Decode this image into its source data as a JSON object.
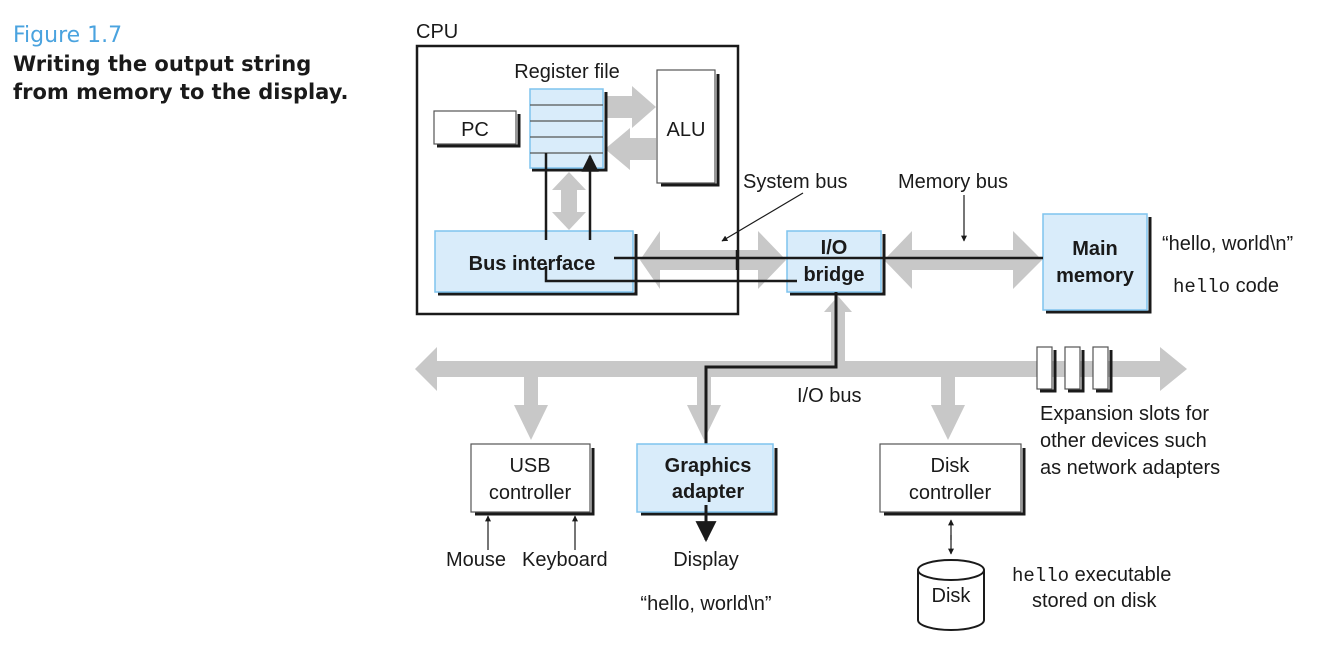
{
  "caption": {
    "figure_number": "Figure 1.7",
    "title": "Writing the output string from memory to the display."
  },
  "colors": {
    "figure_number": "#4aa3df",
    "component_fill": "#d9ecfa",
    "component_border": "#7fc3ee",
    "bus_gray": "#c8c8c8",
    "line": "#1a1a1a"
  },
  "diagram": {
    "cpu_label": "CPU",
    "register_file_label": "Register file",
    "pc_label": "PC",
    "alu_label": "ALU",
    "bus_interface_label": "Bus interface",
    "system_bus_label": "System bus",
    "memory_bus_label": "Memory bus",
    "io_bridge_label": [
      "I/O",
      "bridge"
    ],
    "main_memory_label": [
      "Main",
      "memory"
    ],
    "memory_contents": {
      "string": "“hello, world\\n”",
      "code_mono": "hello",
      "code_suffix": " code"
    },
    "io_bus_label": "I/O bus",
    "expansion_label": [
      "Expansion slots for",
      "other devices such",
      "as network adapters"
    ],
    "usb_controller_label": [
      "USB",
      "controller"
    ],
    "mouse_label": "Mouse",
    "keyboard_label": "Keyboard",
    "graphics_adapter_label": [
      "Graphics",
      "adapter"
    ],
    "display_label": "Display",
    "display_output": "“hello, world\\n”",
    "disk_controller_label": [
      "Disk",
      "controller"
    ],
    "disk_label": "Disk",
    "disk_contents": {
      "mono": "hello",
      "suffix": " executable",
      "line2": "stored on disk"
    }
  }
}
